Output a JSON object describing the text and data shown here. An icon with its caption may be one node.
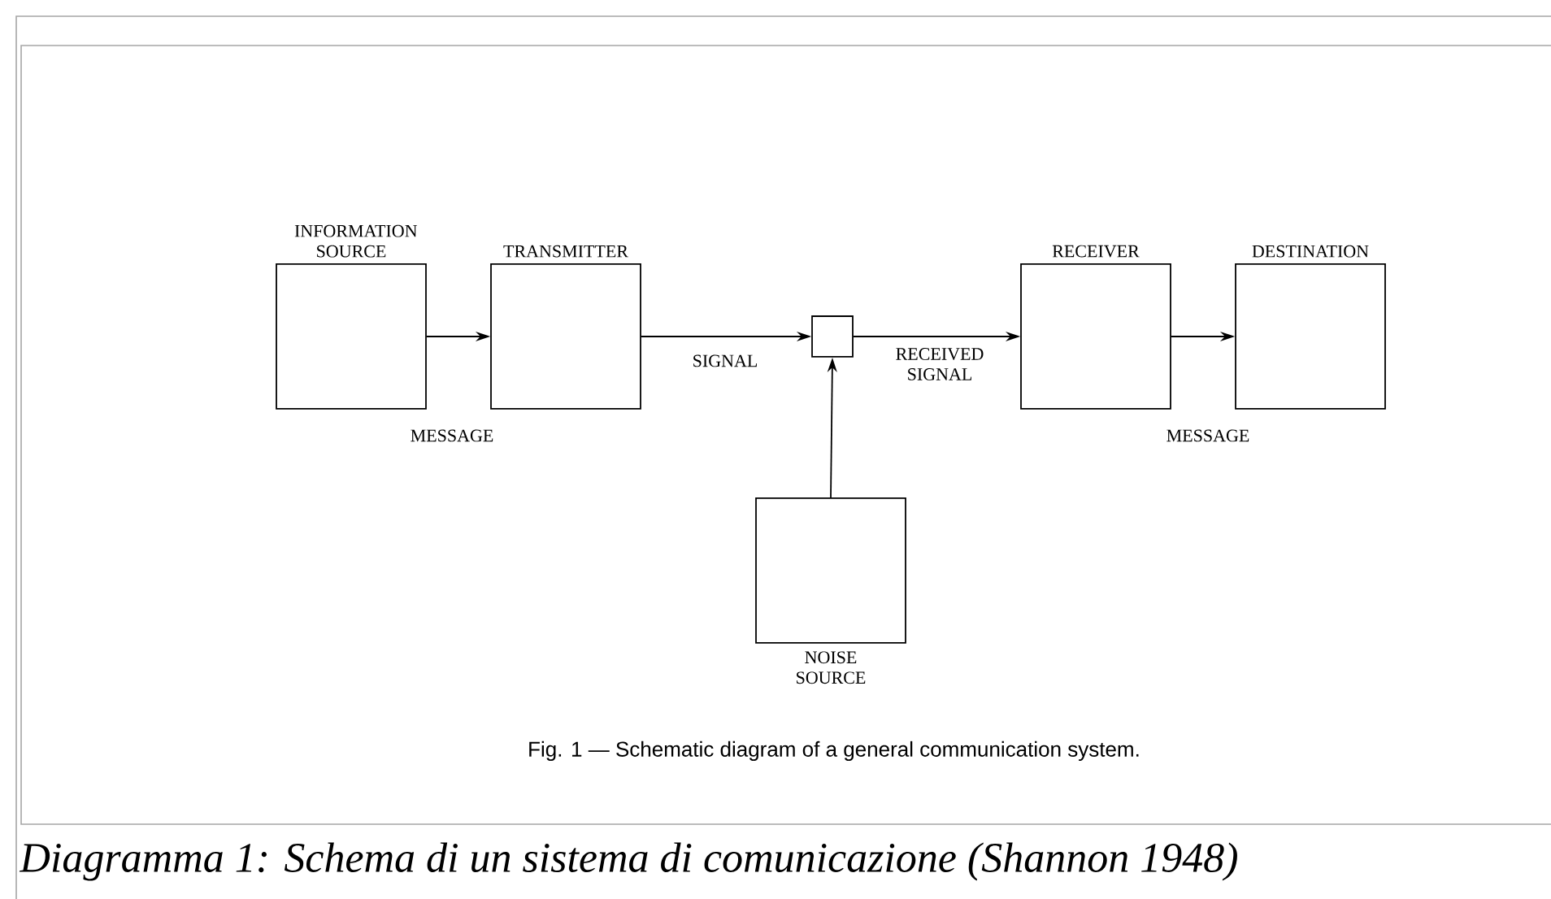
{
  "diagram": {
    "caption": "Diagramma 1: Schema di un sistema di comunicazione (Shannon 1948)",
    "nodes": [
      {
        "text": [
          "INFORMATION SOURCE"
        ]
      },
      {
        "text": [
          "TRANSMITTER"
        ]
      },
      {
        "text": [],
        "shape": "box"
      },
      {
        "text": [
          "RECEIVER"
        ]
      },
      {
        "text": [
          "DESTINATION"
        ]
      },
      {
        "text": [
          "NOISE SOURCE"
        ]
      }
    ],
    "edges": [
      {
        "from": 0,
        "to": 1,
        "arrow": "to"
      },
      {
        "from": 1,
        "to": 2,
        "arrow": "to",
        "label": "SIGNAL"
      },
      {
        "from": 2,
        "to": 3,
        "arrow": "to",
        "label": "RECEIVED SIGNAL"
      },
      {
        "from": 3,
        "to": 4,
        "arrow": "to"
      },
      {
        "from": 5,
        "to": 2,
        "arrow": "to"
      }
    ],
    "labels": [
      "MESSAGE",
      "MESSAGE",
      "Fig. 1 — Schematic diagram of a general communication system."
    ]
  }
}
